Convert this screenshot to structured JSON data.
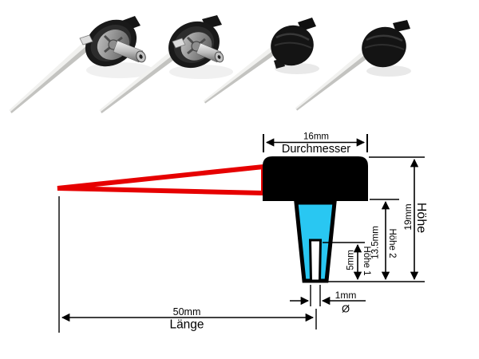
{
  "photos": {
    "items": [
      {
        "name": "clock-hand-photo-rear-hub-1"
      },
      {
        "name": "clock-hand-photo-rear-hub-2"
      },
      {
        "name": "clock-hand-photo-front-disc-1"
      },
      {
        "name": "clock-hand-photo-front-disc-2"
      }
    ]
  },
  "diagram": {
    "diameter": {
      "value": "16mm",
      "label": "Durchmesser"
    },
    "height_total": {
      "value": "19mm",
      "label": "Höhe"
    },
    "height_2": {
      "value": "13.5mm",
      "label": "Höhe 2"
    },
    "height_1": {
      "value": "5mm",
      "label": "Höhe 1"
    },
    "bore": {
      "value": "1mm",
      "label": "Ø"
    },
    "length": {
      "value": "50mm",
      "label": "Länge"
    },
    "colors": {
      "pointer_outline": "#e60000",
      "sleeve_fill": "#29c7f2",
      "cap_fill": "#000000",
      "line": "#000000"
    }
  }
}
